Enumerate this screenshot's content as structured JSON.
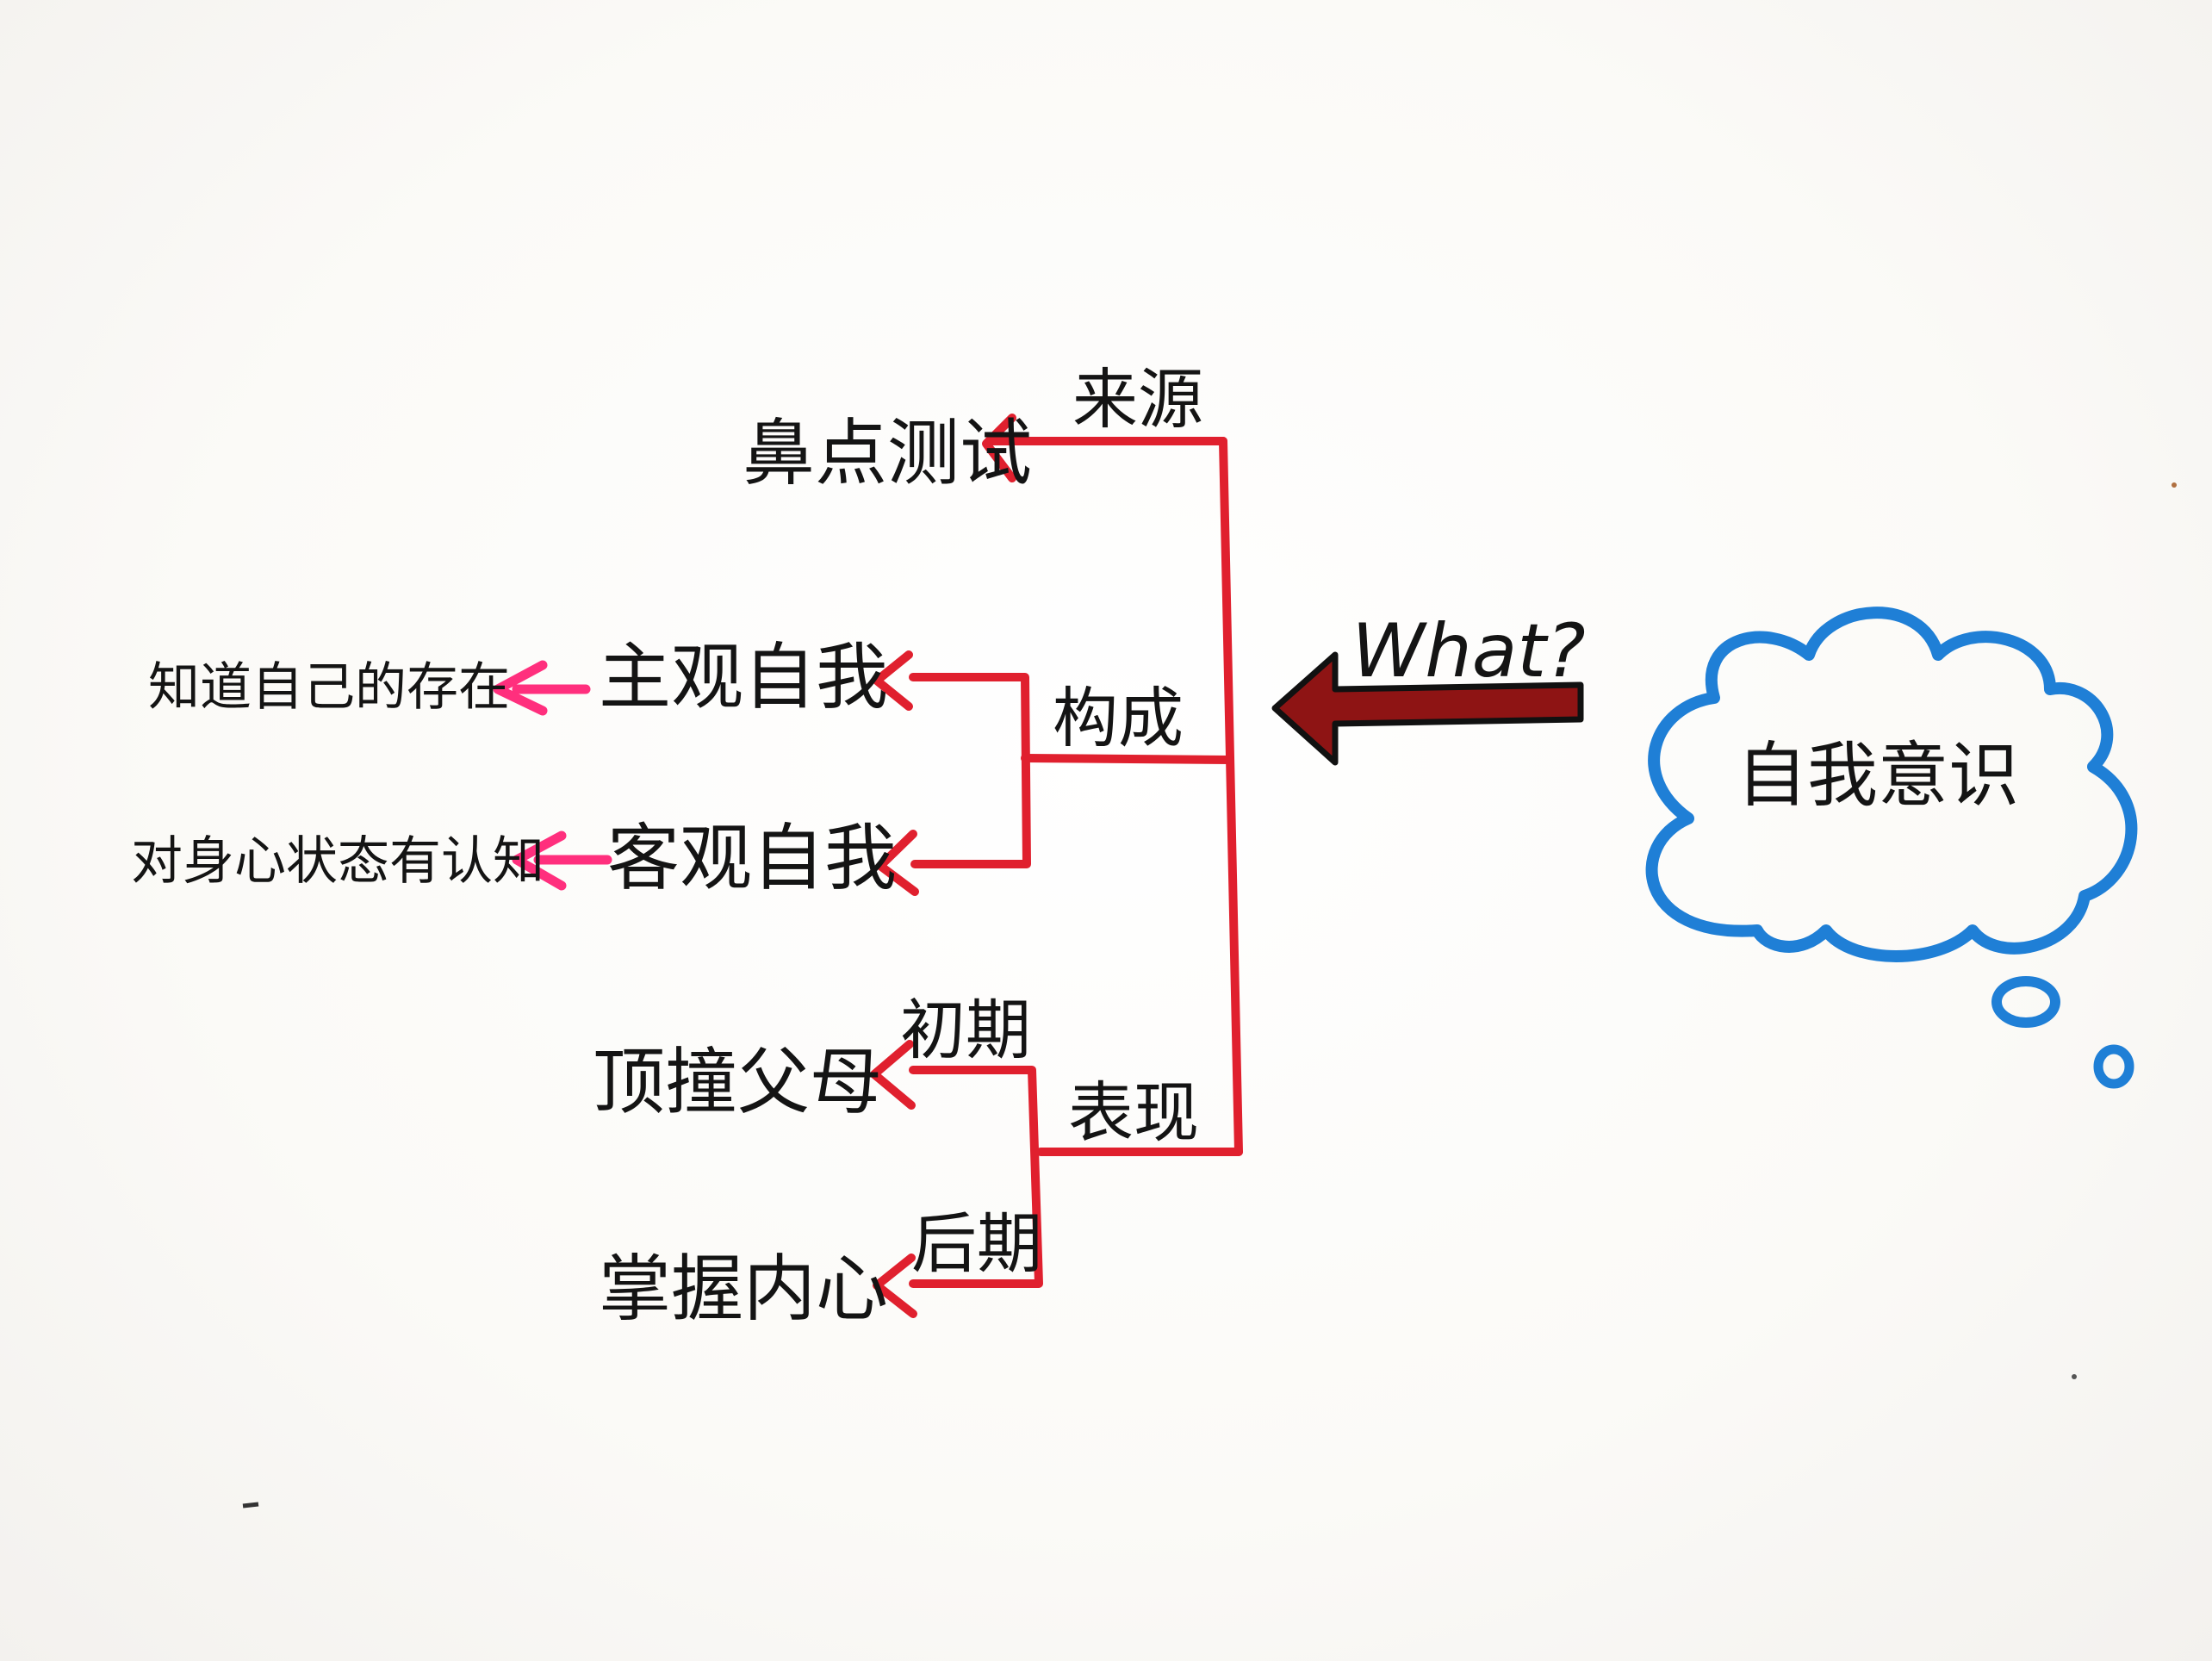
{
  "colors": {
    "branch": "#e0202e",
    "leaf_arrow": "#ff2f7d",
    "big_arrow": "#8e1414",
    "cloud": "#1f7fd6",
    "ink": "#141414"
  },
  "cloud": {
    "label": "自我意识"
  },
  "question": {
    "label": "What?"
  },
  "branches": {
    "origin": {
      "label": "来源",
      "target": "鼻点测试"
    },
    "composition": {
      "label": "构成",
      "subjective": {
        "label": "主观自我",
        "leaf": "知道自己的存在"
      },
      "objective": {
        "label": "客观自我",
        "leaf": "对身心状态有认知"
      }
    },
    "manifestation": {
      "label": "表现",
      "early": {
        "label": "初期",
        "target": "顶撞父母"
      },
      "later": {
        "label": "后期",
        "target": "掌握内心"
      }
    }
  }
}
